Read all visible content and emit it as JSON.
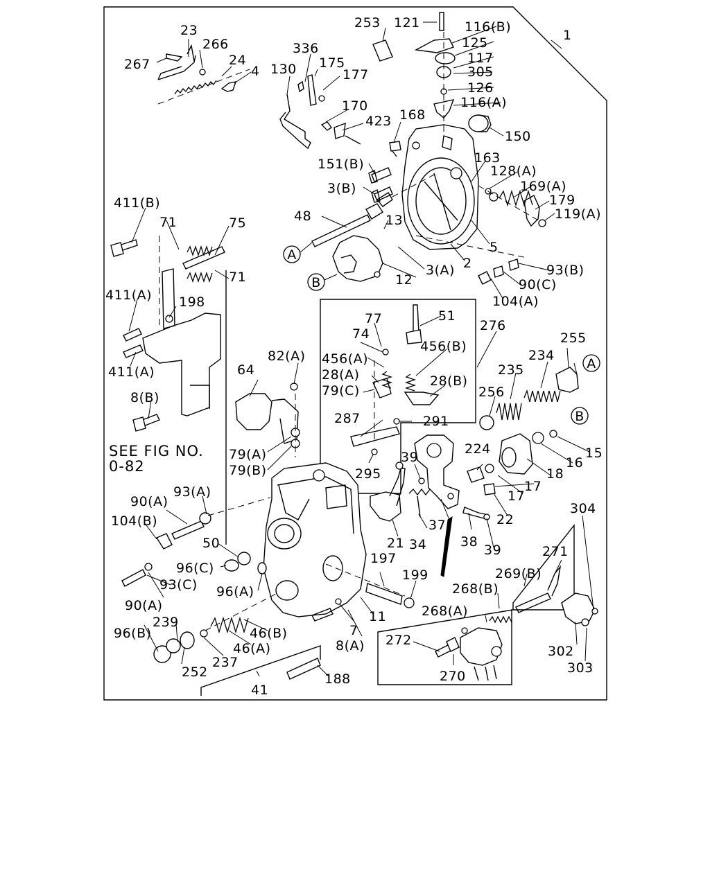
{
  "labels": {
    "l1": "1",
    "l2": "2",
    "l3a": "3(A)",
    "l3b": "3(B)",
    "l4": "4",
    "l5": "5",
    "l7": "7",
    "l8a": "8(A)",
    "l8b": "8(B)",
    "l11": "11",
    "l12": "12",
    "l13": "13",
    "l15": "15",
    "l16": "16",
    "l17a": "17",
    "l17b": "17",
    "l18": "18",
    "l21": "21",
    "l22": "22",
    "l23": "23",
    "l24": "24",
    "l28a": "28(A)",
    "l28b": "28(B)",
    "l34": "34",
    "l37": "37",
    "l38": "38",
    "l39a": "39",
    "l39b": "39",
    "l41": "41",
    "l46a": "46(A)",
    "l46b": "46(B)",
    "l48": "48",
    "l50": "50",
    "l51": "51",
    "l64": "64",
    "l71a": "71",
    "l71b": "71",
    "l74": "74",
    "l75": "75",
    "l77": "77",
    "l79a": "79(A)",
    "l79b": "79(B)",
    "l79c": "79(C)",
    "l82a": "82(A)",
    "l90a1": "90(A)",
    "l90a2": "90(A)",
    "l90c": "90(C)",
    "l93a": "93(A)",
    "l93b": "93(B)",
    "l93c": "93(C)",
    "l96a": "96(A)",
    "l96b": "96(B)",
    "l96c": "96(C)",
    "l104a": "104(A)",
    "l104b": "104(B)",
    "l116a": "116(A)",
    "l116b": "116(B)",
    "l117": "117",
    "l119a": "119(A)",
    "l121": "121",
    "l125": "125",
    "l126": "126",
    "l128a": "128(A)",
    "l130": "130",
    "l150": "150",
    "l151b": "151(B)",
    "l163": "163",
    "l168": "168",
    "l169a": "169(A)",
    "l170": "170",
    "l175": "175",
    "l177": "177",
    "l179": "179",
    "l188": "188",
    "l197": "197",
    "l198": "198",
    "l199": "199",
    "l224": "224",
    "l234": "234",
    "l235": "235",
    "l237": "237",
    "l239": "239",
    "l252": "252",
    "l253": "253",
    "l255": "255",
    "l256": "256",
    "l266": "266",
    "l267": "267",
    "l268a": "268(A)",
    "l268b": "268(B)",
    "l269b": "269(B)",
    "l270": "270",
    "l271": "271",
    "l272": "272",
    "l276": "276",
    "l287": "287",
    "l291": "291",
    "l295": "295",
    "l302": "302",
    "l303": "303",
    "l304": "304",
    "l305": "305",
    "l336": "336",
    "l411a1": "411(A)",
    "l411a2": "411(A)",
    "l411b": "411(B)",
    "l423": "423",
    "l456a": "456(A)",
    "l456b": "456(B)"
  },
  "reference_marks": {
    "a1": "A",
    "a2": "A",
    "b1": "B",
    "b2": "B"
  },
  "note": {
    "line1": "SEE FIG NO.",
    "line2": "0-82"
  }
}
